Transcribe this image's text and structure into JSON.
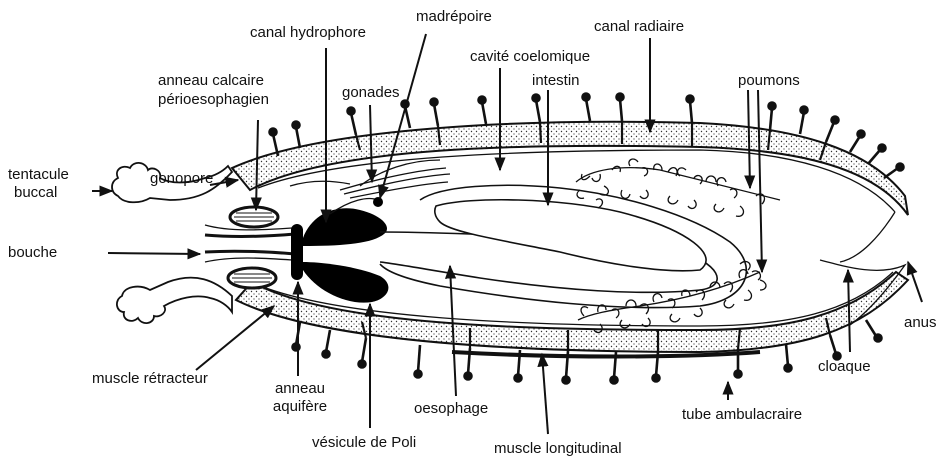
{
  "labels": {
    "tentacule": [
      "tentacule",
      "buccal"
    ],
    "gonopore": "gonopore",
    "anneau_calcaire": [
      "anneau calcaire",
      "périoesophagien"
    ],
    "canal_hydrophore": "canal hydrophore",
    "gonades": "gonades",
    "madreporite": "madrépoire",
    "cavite": "cavité coelomique",
    "intestin": "intestin",
    "canal_radiaire": "canal radiaire",
    "poumons": "poumons",
    "bouche": "bouche",
    "anus": "anus",
    "muscle_retracteur": "muscle rétracteur",
    "anneau_aquifere": [
      "anneau",
      "aquifère"
    ],
    "vesicule": "vésicule de Poli",
    "oesophage": "oesophage",
    "muscle_longitudinal": "muscle longitudinal",
    "tube_ambulacraire": "tube ambulacraire",
    "cloaque": "cloaque"
  }
}
